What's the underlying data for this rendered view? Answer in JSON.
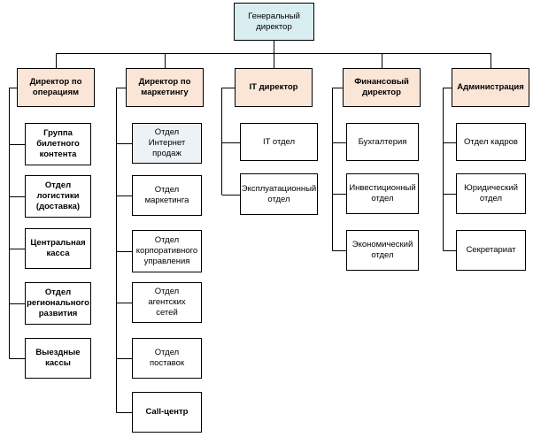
{
  "colors": {
    "root_fill": "#d8eef0",
    "director_fill": "#fbe5d6",
    "highlight_fill": "#edf2f7",
    "plain_fill": "#ffffff",
    "line": "#000000"
  },
  "root": {
    "label": "Генеральный\nдиректор"
  },
  "directors": [
    {
      "label": "Директор по\nоперациям",
      "units": [
        {
          "label": "Группа\nбилетного\nконтента"
        },
        {
          "label": "Отдел\nлогистики\n(доставка)"
        },
        {
          "label": "Центральная\nкасса"
        },
        {
          "label": "Отдел\nрегионального\nразвития"
        },
        {
          "label": "Выездные\nкассы"
        }
      ]
    },
    {
      "label": "Директор по\nмаркетингу",
      "units": [
        {
          "label": "Отдел\nИнтернет\nпродаж"
        },
        {
          "label": "Отдел\nмаркетинга"
        },
        {
          "label": "Отдел\nкорпоративного\nуправления"
        },
        {
          "label": "Отдел\nагентских\nсетей"
        },
        {
          "label": "Отдел\nпоставок"
        },
        {
          "label": "Call-центр"
        }
      ]
    },
    {
      "label": "IT директор",
      "units": [
        {
          "label": "IT отдел"
        },
        {
          "label": "Эксплуатационный\nотдел"
        }
      ]
    },
    {
      "label": "Финансовый\nдиректор",
      "units": [
        {
          "label": "Бухгалтерия"
        },
        {
          "label": "Инвестиционный\nотдел"
        },
        {
          "label": "Экономический\nотдел"
        }
      ]
    },
    {
      "label": "Администрация",
      "units": [
        {
          "label": "Отдел кадров"
        },
        {
          "label": "Юридический\nотдел"
        },
        {
          "label": "Секретариат"
        }
      ]
    }
  ]
}
